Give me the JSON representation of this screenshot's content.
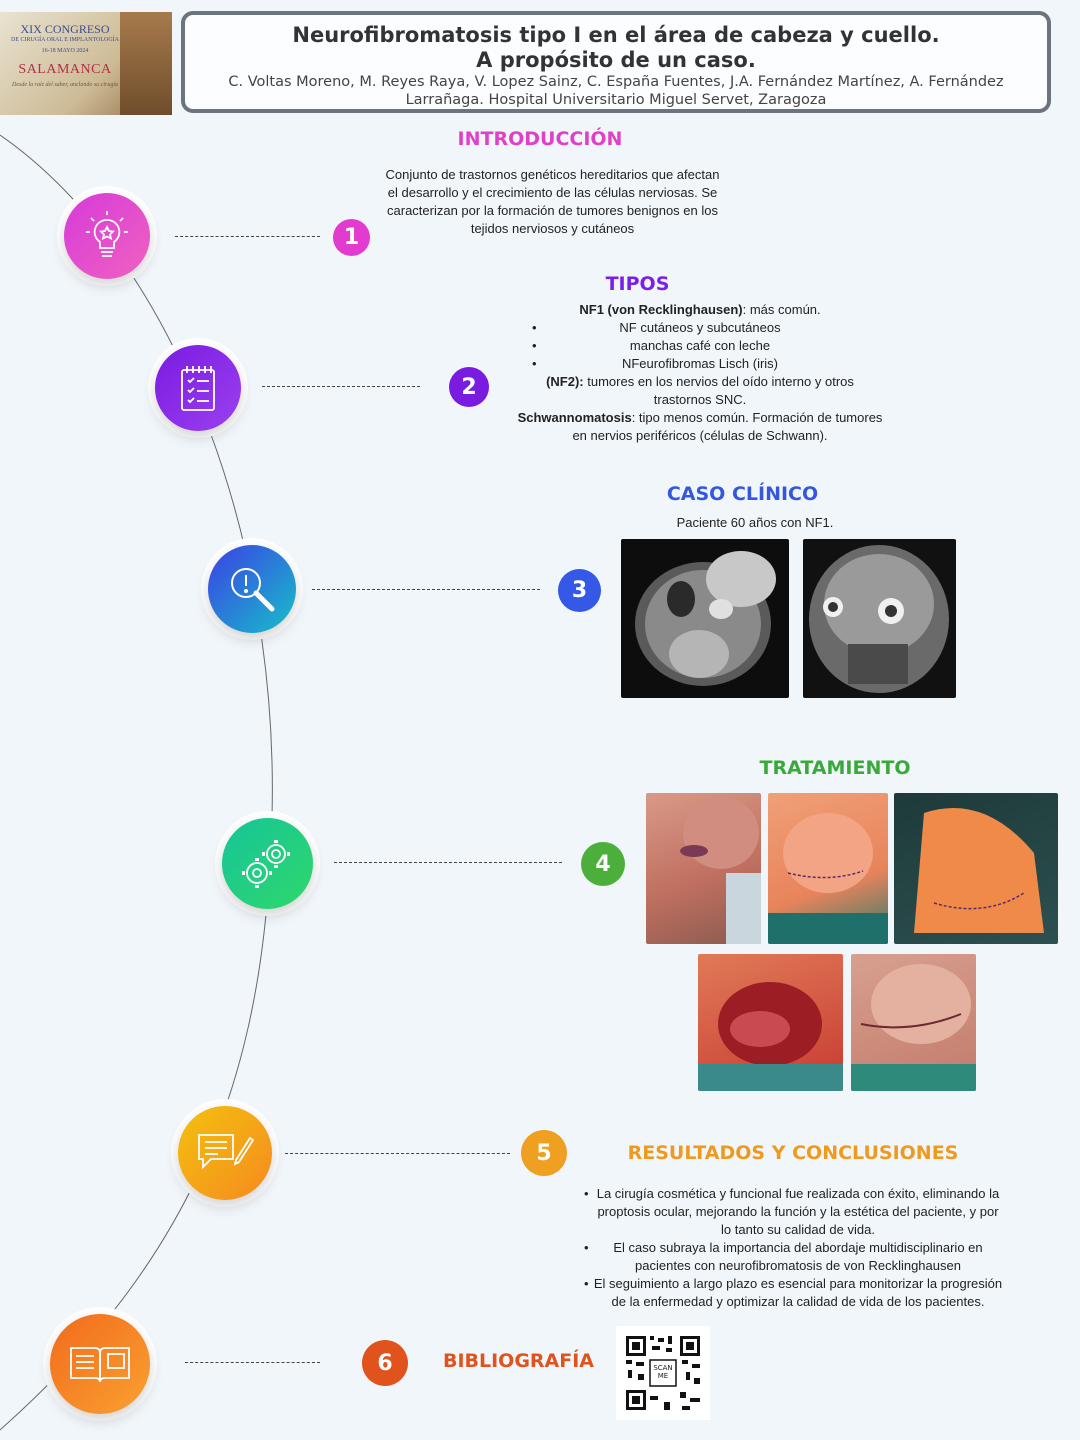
{
  "header": {
    "title_line1": "Neurofibromatosis tipo I en el área de cabeza y cuello.",
    "title_line2": "A propósito de un caso.",
    "authors": "C. Voltas Moreno, M. Reyes Raya, V. Lopez Sainz, C. España Fuentes, J.A. Fernández Martínez, A. Fernández Larrañaga. Hospital Universitario Miguel Servet, Zaragoza"
  },
  "logo": {
    "line1": "XIX CONGRESO",
    "line2": "DE CIRUGÍA ORAL E IMPLANTOLOGÍA",
    "line3": "16-18 MAYO 2024",
    "line4": "SALAMANCA",
    "line5": "Desde la raíz del saber, anclando su cirugía"
  },
  "sections": {
    "intro": {
      "number": "1",
      "title": "INTRODUCCIÓN",
      "text": "Conjunto de trastornos genéticos hereditarios que afectan el desarrollo y el crecimiento de las células nerviosas. Se caracterizan por la formación de tumores benignos en los tejidos nerviosos y cutáneos",
      "color": "#e040c8"
    },
    "tipos": {
      "number": "2",
      "title": "TIPOS",
      "nf1_bold": "NF1 (von Recklinghausen)",
      "nf1_rest": ": más común.",
      "bullets": [
        "NF cutáneos y subcutáneos",
        "manchas café con leche",
        "NFeurofibromas Lisch (iris)"
      ],
      "nf2_bold": "(NF2):",
      "nf2_rest": "  tumores en los nervios del oído interno y otros trastornos SNC.",
      "schwann_bold": "Schwannomatosis",
      "schwann_rest": ": tipo menos común. Formación de tumores en  nervios periféricos (células de Schwann).",
      "color": "#7b1fe8"
    },
    "caso": {
      "number": "3",
      "title": "CASO CLÍNICO",
      "subtitle": "Paciente 60 años con NF1.",
      "color": "#3457e0"
    },
    "tratamiento": {
      "number": "4",
      "title": "TRATAMIENTO",
      "color": "#3aa83a"
    },
    "resultados": {
      "number": "5",
      "title": "RESULTADOS Y CONCLUSIONES",
      "bullets": [
        "La cirugía cosmética y funcional fue realizada con éxito, eliminando la proptosis ocular, mejorando la función y la estética del paciente, y por lo tanto su calidad de vida.",
        "El caso subraya la importancia del abordaje multidisciplinario en pacientes con neurofibromatosis de von Recklinghausen",
        "El seguimiento a largo plazo es esencial para monitorizar la progresión de la enfermedad y optimizar la calidad de vida de los pacientes."
      ],
      "color": "#ef9a1e"
    },
    "bibliografia": {
      "number": "6",
      "title": "BIBLIOGRAFÍA",
      "qr_label": "SCAN ME",
      "color": "#e0531c"
    }
  }
}
